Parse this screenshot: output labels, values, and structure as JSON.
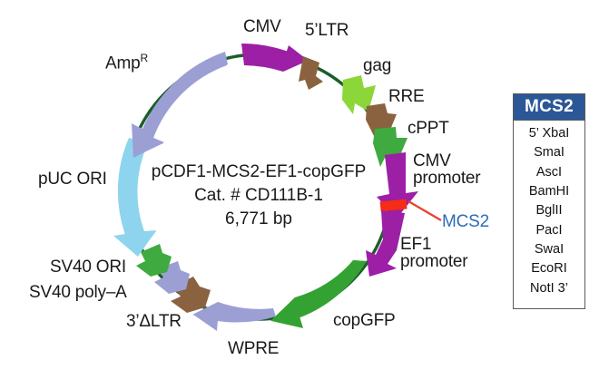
{
  "figure": {
    "type": "plasmid-map",
    "center_lines": [
      "pCDF1-MCS2-EF1-copGFP",
      "Cat. # CD111B-1",
      "6,771 bp"
    ],
    "backbone_color": "#1a5e2a",
    "background": "#ffffff"
  },
  "features": [
    {
      "id": "cmv",
      "label": "CMV",
      "color": "#9c1fa5",
      "label2": ""
    },
    {
      "id": "ltr5",
      "label": "5’LTR",
      "color": "#8b6240",
      "label2": ""
    },
    {
      "id": "gag",
      "label": "gag",
      "color": "#8cd63a",
      "label2": ""
    },
    {
      "id": "rre",
      "label": "RRE",
      "color": "#8b6240",
      "label2": ""
    },
    {
      "id": "cppt",
      "label": "cPPT",
      "color": "#3faa3f",
      "label2": ""
    },
    {
      "id": "cmv-promoter",
      "label": "CMV",
      "color": "#9c1fa5",
      "label2": "promoter"
    },
    {
      "id": "ef1-promoter",
      "label": "EF1",
      "color": "#9c1fa5",
      "label2": "promoter"
    },
    {
      "id": "copgfp",
      "label": "copGFP",
      "color": "#33a233",
      "label2": ""
    },
    {
      "id": "wpre",
      "label": "WPRE",
      "color": "#9b9fd4",
      "label2": ""
    },
    {
      "id": "ltr3",
      "label": "3’ΔLTR",
      "color": "#8b6240",
      "label2": ""
    },
    {
      "id": "sv40-polya",
      "label": "SV40 poly–A",
      "color": "#9b9fd4",
      "label2": ""
    },
    {
      "id": "sv40-ori",
      "label": "SV40 ORI",
      "color": "#3faa3f",
      "label2": ""
    },
    {
      "id": "puc-ori",
      "label": "pUC ORI",
      "color": "#8ed4ee",
      "label2": ""
    },
    {
      "id": "ampr",
      "label": "Amp",
      "color": "#9b9fd4",
      "label2": "R"
    }
  ],
  "mcs_marker": {
    "label": "MCS2",
    "marker_color": "#f42c18",
    "leader_color": "#e8412c",
    "label_color": "#2b6cb8"
  },
  "mcs_box": {
    "title": "MCS2",
    "title_bg": "#2b5796",
    "title_color": "#ffffff",
    "sites": [
      "5’ XbaI",
      "SmaI",
      "AscI",
      "BamHI",
      "BglII",
      "PacI",
      "SwaI",
      "EcoRI",
      "NotI 3’"
    ]
  }
}
